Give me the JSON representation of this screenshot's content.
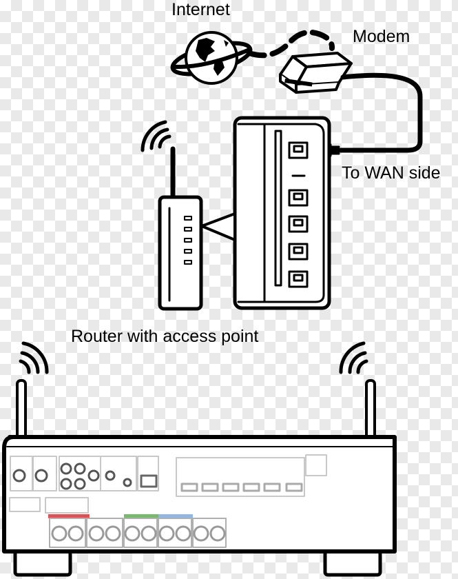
{
  "labels": {
    "internet": "Internet",
    "modem": "Modem",
    "wan": "To WAN side",
    "router": "Router with access point"
  },
  "colors": {
    "line": "#000000",
    "fill": "#ffffff",
    "speaker_red": "#e05050",
    "speaker_green": "#7ab870",
    "speaker_blue": "#8fb8e0"
  },
  "icons": [
    "globe-icon",
    "wifi-signal-icon",
    "ethernet-port-icon",
    "antenna-icon"
  ]
}
